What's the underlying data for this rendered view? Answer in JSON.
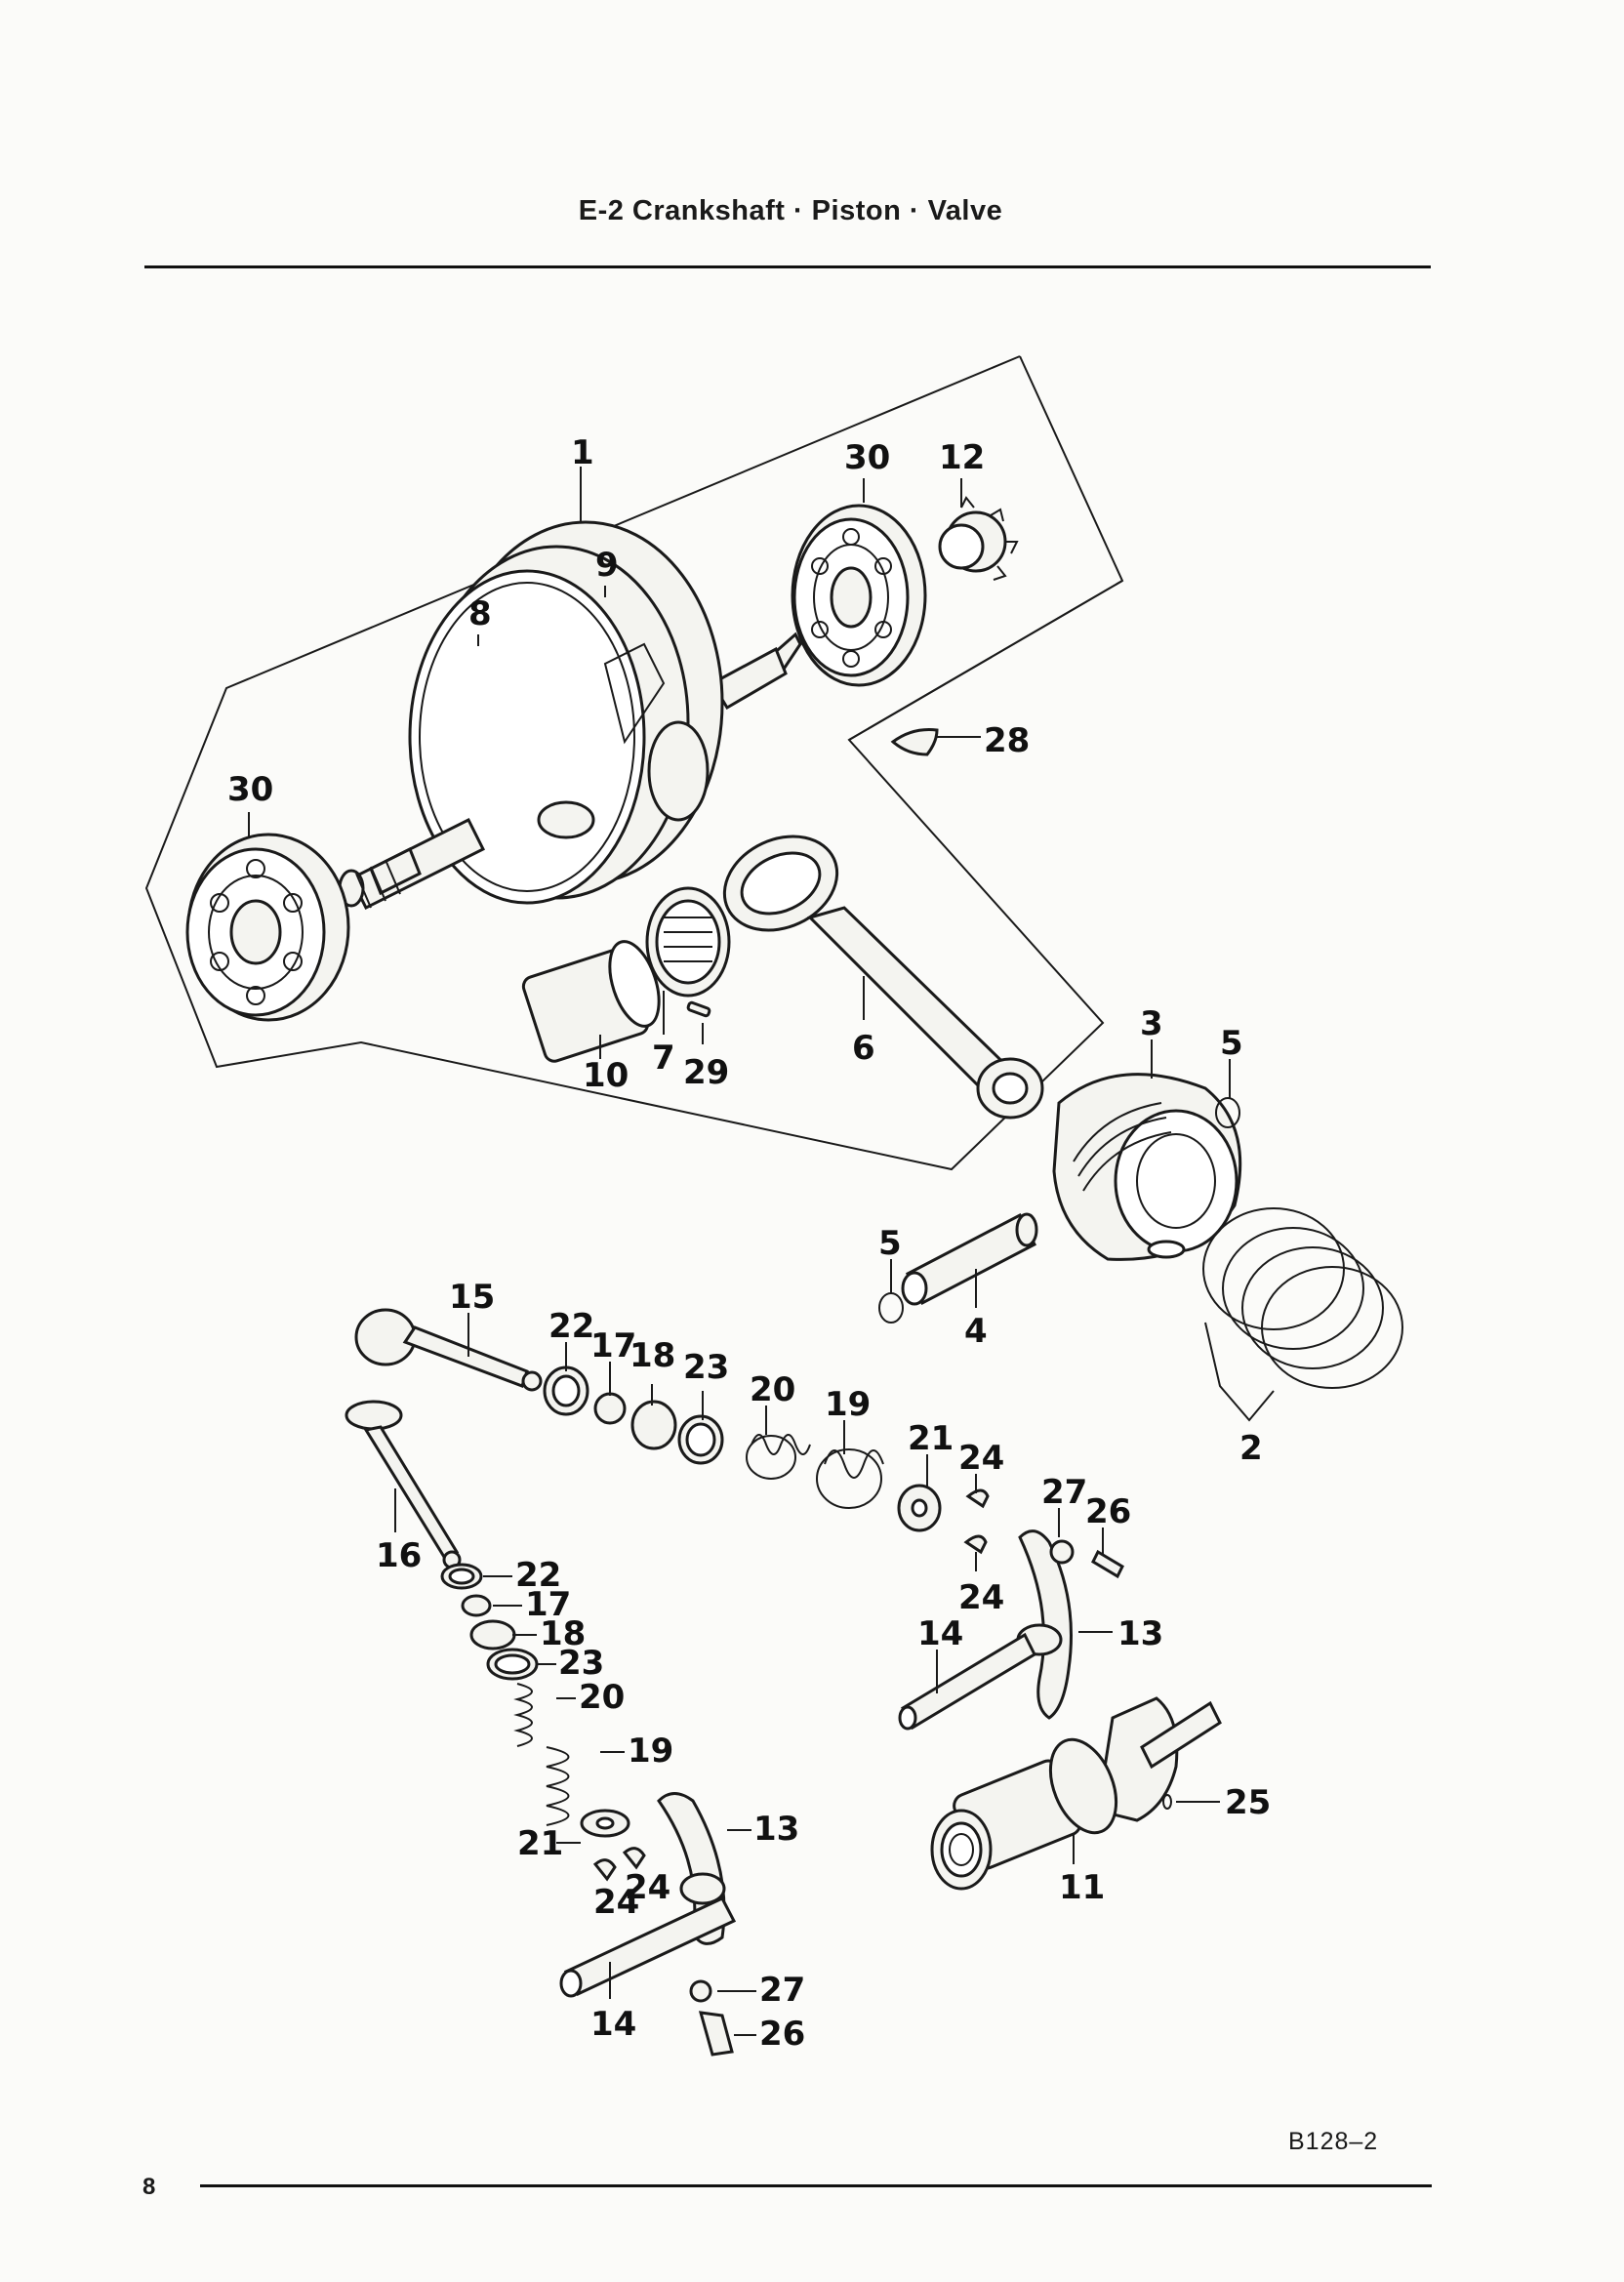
{
  "header": {
    "title": "E-2 Crankshaft · Piston · Valve"
  },
  "footer": {
    "page_number": "8",
    "figure_code": "B128–2"
  },
  "callouts": {
    "c1": "1",
    "c30a": "30",
    "c12": "12",
    "c9": "9",
    "c8": "8",
    "c30b": "30",
    "c28": "28",
    "c10": "10",
    "c7": "7",
    "c29": "29",
    "c6": "6",
    "c3": "3",
    "c5a": "5",
    "c5b": "5",
    "c4": "4",
    "c2": "2",
    "c15": "15",
    "c22a": "22",
    "c17a": "17",
    "c18a": "18",
    "c23a": "23",
    "c20a": "20",
    "c19a": "19",
    "c21a": "21",
    "c24a": "24",
    "c27a": "27",
    "c26a": "26",
    "c24b": "24",
    "c14a": "14",
    "c13a": "13",
    "c16": "16",
    "c22b": "22",
    "c17b": "17",
    "c18b": "18",
    "c23b": "23",
    "c20b": "20",
    "c19b": "19",
    "c13b": "13",
    "c21b": "21",
    "c24c": "24",
    "c24d": "24",
    "c27b": "27",
    "c26b": "26",
    "c14b": "14",
    "c25": "25",
    "c11": "11"
  }
}
